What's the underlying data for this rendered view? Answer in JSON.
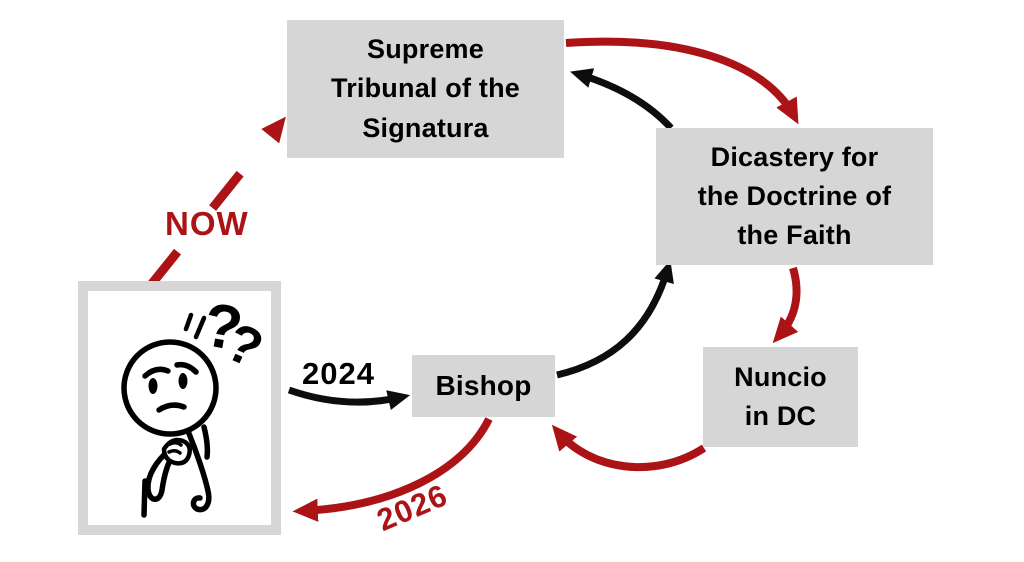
{
  "colors": {
    "background": "#ffffff",
    "box_fill": "#d6d6d6",
    "arrow_black": "#0d0d0d",
    "arrow_dark_red": "#ab1316",
    "text_black": "#000000"
  },
  "nodes": {
    "supreme_tribunal": {
      "lines": [
        "Supreme",
        "Tribunal of the",
        "Signatura"
      ]
    },
    "dicastery": {
      "lines": [
        "Dicastery for",
        "the Doctrine of",
        "the Faith"
      ]
    },
    "nuncio": {
      "lines": [
        "Nuncio",
        "in DC"
      ]
    },
    "bishop": {
      "lines": [
        "Bishop"
      ]
    }
  },
  "edge_labels": {
    "now": "NOW",
    "year_start": "2024",
    "year_end": "2026"
  },
  "edges": [
    {
      "from": "thinking-person",
      "to": "supreme_tribunal",
      "color": "dark_red",
      "style": "dashed",
      "label": "NOW"
    },
    {
      "from": "thinking-person",
      "to": "bishop",
      "color": "black",
      "style": "solid",
      "label": "2024"
    },
    {
      "from": "bishop",
      "to": "dicastery",
      "color": "black",
      "style": "solid",
      "label": ""
    },
    {
      "from": "dicastery",
      "to": "supreme_tribunal",
      "color": "black",
      "style": "solid",
      "label": ""
    },
    {
      "from": "supreme_tribunal",
      "to": "dicastery",
      "color": "dark_red",
      "style": "solid",
      "label": ""
    },
    {
      "from": "dicastery",
      "to": "nuncio",
      "color": "dark_red",
      "style": "solid",
      "label": ""
    },
    {
      "from": "nuncio",
      "to": "bishop",
      "color": "dark_red",
      "style": "solid",
      "label": ""
    },
    {
      "from": "bishop",
      "to": "thinking-person",
      "color": "dark_red",
      "style": "solid",
      "label": "2026"
    }
  ],
  "figure": {
    "icon": "thinking-person-icon",
    "question_mark": "?"
  }
}
